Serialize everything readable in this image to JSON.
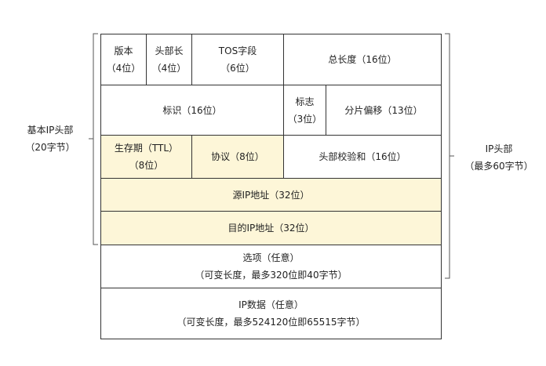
{
  "rows": {
    "r1": {
      "version": {
        "line1": "版本",
        "line2": "（4位）"
      },
      "header_length": {
        "line1": "头部长",
        "line2": "（4位）"
      },
      "tos": {
        "line1": "TOS字段",
        "line2": "（6位）"
      },
      "total_length": {
        "line1": "总长度（16位）"
      }
    },
    "r2": {
      "identification": {
        "line1": "标识（16位）"
      },
      "flags": {
        "line1": "标志",
        "line2": "（3位）"
      },
      "fragment_offset": {
        "line1": "分片偏移（13位）"
      }
    },
    "r3": {
      "ttl": {
        "line1": "生存期（TTL）",
        "line2": "（8位）"
      },
      "protocol": {
        "line1": "协议（8位）"
      },
      "checksum": {
        "line1": "头部校验和（16位）"
      }
    },
    "source_address": {
      "line1": "源IP地址（32位）"
    },
    "destination_address": {
      "line1": "目的IP地址（32位）"
    },
    "options": {
      "line1": "选项（任意）",
      "line2": "（可变长度，最多320位即40字节）"
    },
    "data": {
      "line1": "IP数据（任意）",
      "line2": "（可变长度，最多524120位即65515字节）"
    }
  },
  "labels": {
    "basic_header": {
      "line1": "基本IP头部",
      "line2": "（20字节）"
    },
    "ip_header": {
      "line1": "IP头部",
      "line2": "（最多60字节）"
    }
  },
  "colors": {
    "highlight": "#fdf6d8",
    "border": "#333333",
    "bracket": "#555555"
  }
}
